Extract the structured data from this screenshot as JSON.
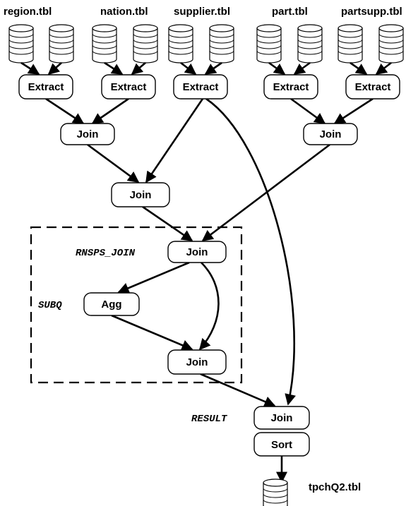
{
  "sources": {
    "region": "region.tbl",
    "nation": "nation.tbl",
    "supplier": "supplier.tbl",
    "part": "part.tbl",
    "partsupp": "partsupp.tbl"
  },
  "nodes": {
    "extract": "Extract",
    "join": "Join",
    "agg": "Agg",
    "sort": "Sort"
  },
  "stages": {
    "rnsps_join": "RNSPS_JOIN",
    "subq": "SUBQ",
    "result": "RESULT"
  },
  "output": "tpchQ2.tbl"
}
